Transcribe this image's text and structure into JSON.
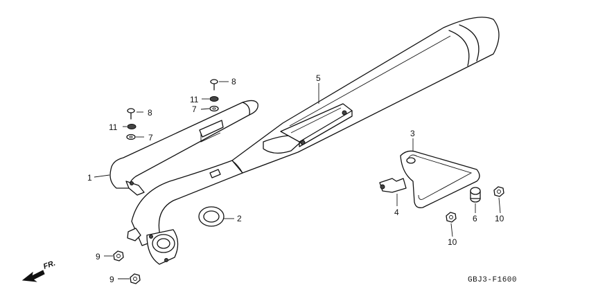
{
  "diagram": {
    "drawing_code": "GBJ3-F1600",
    "direction_label": "FR.",
    "callouts": {
      "exhaust_pipe": "1",
      "gasket": "2",
      "muffler_stay": "3",
      "clamp": "4",
      "muffler": "5",
      "collar": "6",
      "washer_left": "7",
      "washer_right": "7",
      "bolt_left": "8",
      "bolt_right": "8",
      "nut_joint_upper": "9",
      "nut_joint_lower": "9",
      "nut_stay_lower": "10",
      "nut_stay_right": "10",
      "grommet_left": "11",
      "grommet_right": "11"
    }
  }
}
